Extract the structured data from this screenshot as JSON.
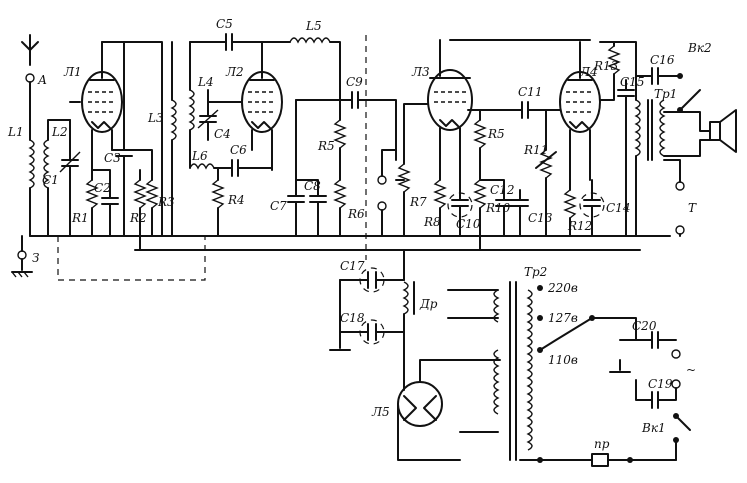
{
  "schematic": {
    "tubes": [
      "Л1",
      "Л2",
      "Л3",
      "Л4",
      "Л5"
    ],
    "resistors": [
      "R1",
      "R2",
      "R3",
      "R4",
      "R5",
      "R6",
      "R7",
      "R8",
      "R10",
      "R11",
      "R12",
      "R13"
    ],
    "capacitors": [
      "C1",
      "C2",
      "C3",
      "C4",
      "C5",
      "C6",
      "C7",
      "C8",
      "C9",
      "C10",
      "C11",
      "C12",
      "C13",
      "C14",
      "C15",
      "C16",
      "C17",
      "C18",
      "C19",
      "C20"
    ],
    "coils": [
      "L1",
      "L2",
      "L3",
      "L4",
      "L5",
      "L6"
    ],
    "transformers": [
      "Тр1",
      "Тр2"
    ],
    "other": {
      "antenna": "А",
      "ground": "З",
      "choke": "Др",
      "switch_speaker": "Вк2",
      "switch_power": "Вк1",
      "fuse": "пр",
      "phones": "Т"
    },
    "mains_taps": [
      "220в",
      "127в",
      "110в"
    ],
    "ac_symbol": "~"
  }
}
